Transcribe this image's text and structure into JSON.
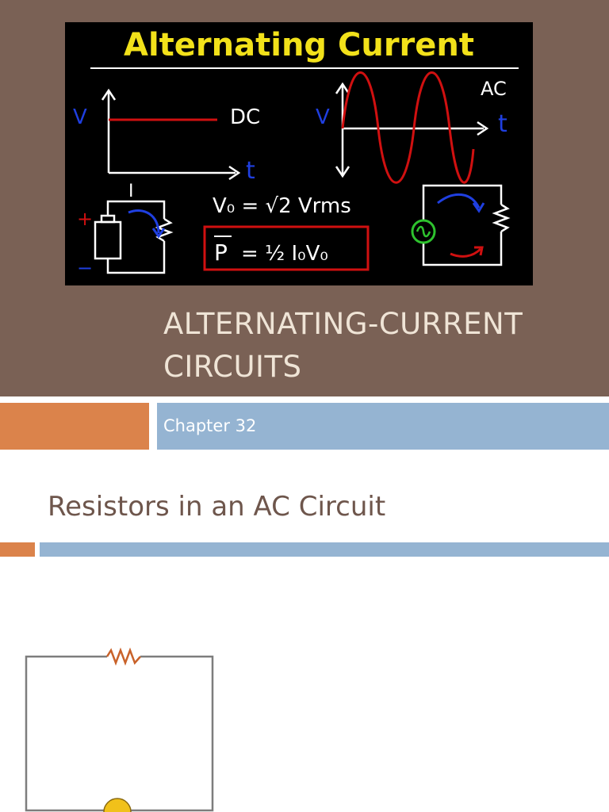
{
  "slide1": {
    "board": {
      "heading": "Alternating Current",
      "dc_label": "DC",
      "ac_label": "AC",
      "axis_v": "V",
      "axis_t": "t",
      "current_label": "I",
      "plus": "+",
      "minus": "−",
      "equation_vrms": "V₀ = √2 Vrms",
      "equation_p_left": "P",
      "equation_p_right": "= ½ I₀V₀",
      "colors": {
        "heading": "#f2e11a",
        "curve": "#d01010",
        "axis_label": "#1f3fe0",
        "source": "#2ec22e"
      }
    },
    "title_line1": "Alternating-Current",
    "title_line2": "Circuits",
    "subtitle": "Chapter 32"
  },
  "slide2": {
    "title": "Resistors in an AC Circuit"
  }
}
